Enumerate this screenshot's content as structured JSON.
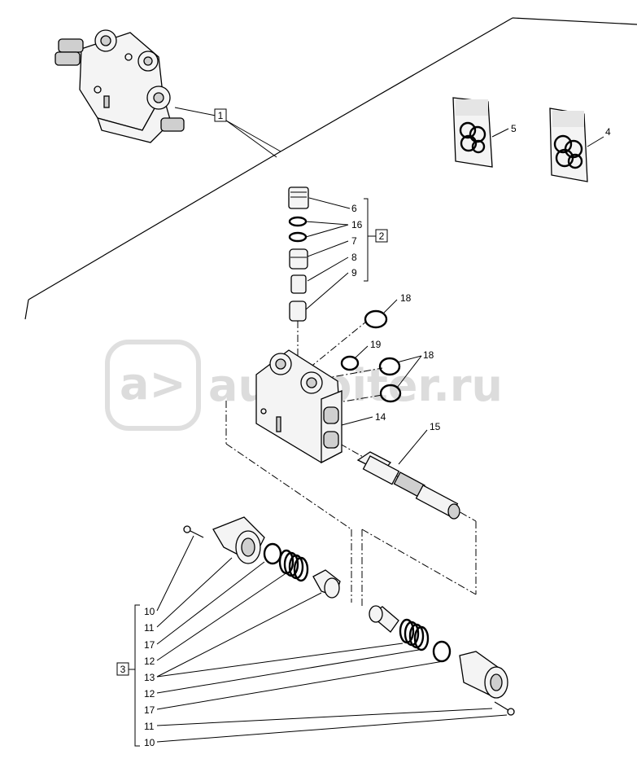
{
  "watermark": {
    "text": "autopiter.ru"
  },
  "callouts": {
    "c1": "1",
    "c2": "2",
    "c3": "3",
    "c4": "4",
    "c5": "5",
    "c6": "6",
    "c7": "7",
    "c8": "8",
    "c9": "9",
    "c14": "14",
    "c15": "15",
    "c16": "16",
    "c18a": "18",
    "c18b": "18",
    "c19": "19"
  },
  "group3_labels": [
    "10",
    "11",
    "17",
    "12",
    "13",
    "12",
    "17",
    "11",
    "10"
  ]
}
